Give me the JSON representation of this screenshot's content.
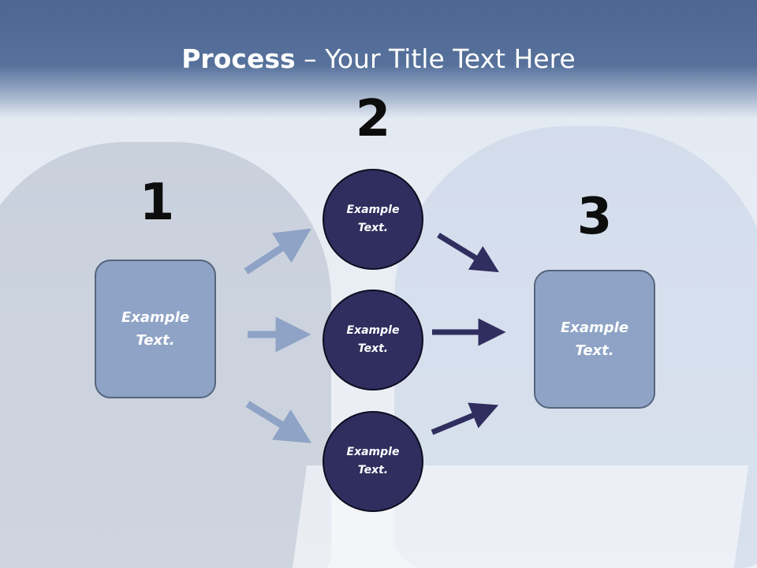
{
  "title": {
    "bold": "Process",
    "rest": " – Your Title Text Here"
  },
  "steps": [
    {
      "number": "1",
      "label": "Example\nText."
    },
    {
      "number": "2",
      "label": ""
    },
    {
      "number": "3",
      "label": "Example\nText."
    }
  ],
  "circles": [
    {
      "label": "Example\nText."
    },
    {
      "label": "Example\nText."
    },
    {
      "label": "Example\nText."
    }
  ],
  "colors": {
    "header": "#4c6792",
    "box_fill": "#8ea3c5",
    "circle_fill": "#2f2e5f",
    "arrow_light": "#8ea3c5",
    "arrow_dark": "#2f2e5f"
  }
}
